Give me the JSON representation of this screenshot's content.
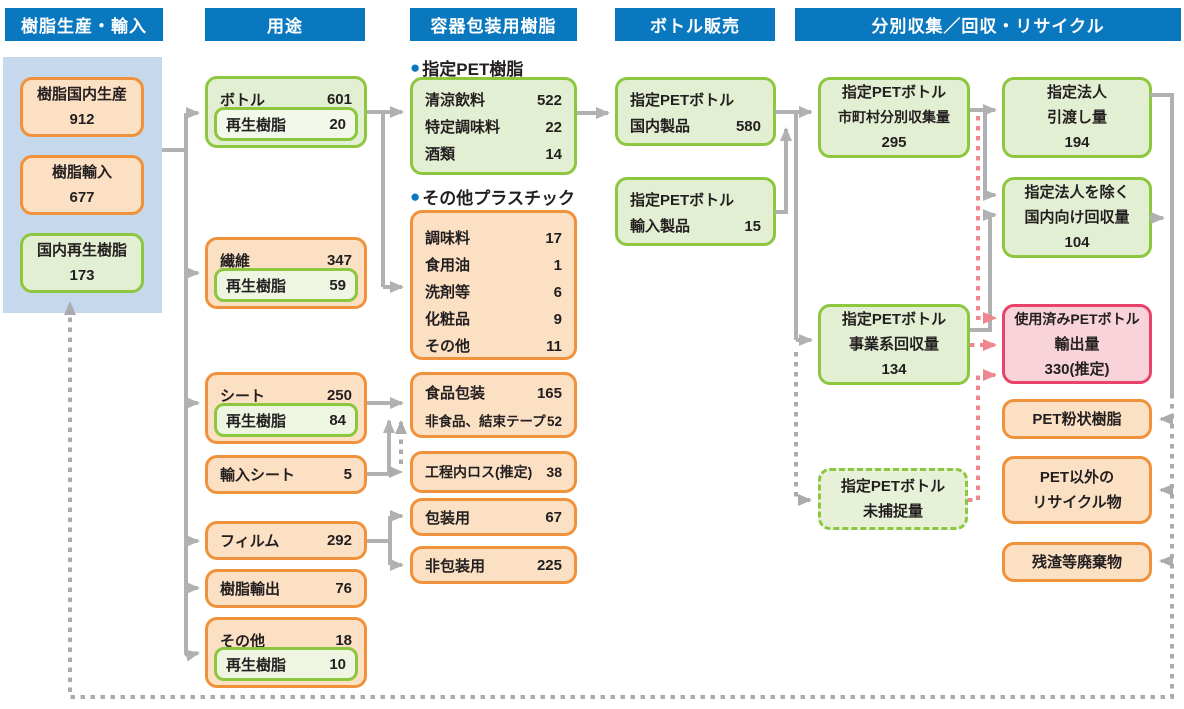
{
  "headers": {
    "production": "樹脂生産・輸入",
    "usage": "用途",
    "container_resin": "容器包装用樹脂",
    "bottle_sales": "ボトル販売",
    "collection_recycle": "分別収集／回収・リサイクル"
  },
  "sections": {
    "bullet": "●",
    "pet_resin": "指定PET樹脂",
    "other_plastic": "その他プラスチック"
  },
  "nodes": {
    "domestic_production": {
      "label": "樹脂国内生産",
      "value": "912"
    },
    "resin_import": {
      "label": "樹脂輸入",
      "value": "677"
    },
    "domestic_recycled_resin": {
      "label": "国内再生樹脂",
      "value": "173"
    },
    "bottle": {
      "label": "ボトル",
      "value": "601"
    },
    "bottle_recycled": {
      "label": "再生樹脂",
      "value": "20"
    },
    "fiber": {
      "label": "繊維",
      "value": "347"
    },
    "fiber_recycled": {
      "label": "再生樹脂",
      "value": "59"
    },
    "sheet": {
      "label": "シート",
      "value": "250"
    },
    "sheet_recycled": {
      "label": "再生樹脂",
      "value": "84"
    },
    "import_sheet": {
      "label": "輸入シート",
      "value": "5"
    },
    "film": {
      "label": "フィルム",
      "value": "292"
    },
    "resin_export": {
      "label": "樹脂輸出",
      "value": "76"
    },
    "others": {
      "label": "その他",
      "value": "18"
    },
    "others_recycled": {
      "label": "再生樹脂",
      "value": "10"
    },
    "soft_drink": {
      "label": "清涼飲料",
      "value": "522"
    },
    "specified_seasoning": {
      "label": "特定調味料",
      "value": "22"
    },
    "alcohol": {
      "label": "酒類",
      "value": "14"
    },
    "seasoning": {
      "label": "調味料",
      "value": "17"
    },
    "cooking_oil": {
      "label": "食用油",
      "value": "1"
    },
    "detergent": {
      "label": "洗剤等",
      "value": "6"
    },
    "cosmetics": {
      "label": "化粧品",
      "value": "9"
    },
    "other_plastic_misc": {
      "label": "その他",
      "value": "11"
    },
    "food_packaging": {
      "label": "食品包装",
      "value": "165"
    },
    "nonfood_tape": {
      "label": "非食品、結束テープ",
      "value": "52"
    },
    "process_loss": {
      "label": "工程内ロス(推定)",
      "value": "38"
    },
    "packaging_use": {
      "label": "包装用",
      "value": "67"
    },
    "non_packaging_use": {
      "label": "非包装用",
      "value": "225"
    },
    "domestic_bottle": {
      "line1": "指定PETボトル",
      "line2": "国内製品",
      "value": "580"
    },
    "import_bottle": {
      "line1": "指定PETボトル",
      "line2": "輸入製品",
      "value": "15"
    },
    "municipal_collection": {
      "line1": "指定PETボトル",
      "line2": "市町村分別収集量",
      "value": "295"
    },
    "designated_handover": {
      "line1": "指定法人",
      "line2": "引渡し量",
      "value": "194"
    },
    "non_designated_recovery": {
      "line1": "指定法人を除く",
      "line2": "国内向け回収量",
      "value": "104"
    },
    "business_recovery": {
      "line1": "指定PETボトル",
      "line2": "事業系回収量",
      "value": "134"
    },
    "used_bottle_export": {
      "line1": "使用済みPETボトル",
      "line2": "輸出量",
      "value": "330(推定)"
    },
    "uncaptured": {
      "line1": "指定PETボトル",
      "line2": "未捕捉量"
    },
    "pet_powder": {
      "label": "PET粉状樹脂"
    },
    "non_pet_recyclables": {
      "line1": "PET以外の",
      "line2": "リサイクル物"
    },
    "residue_waste": {
      "label": "残渣等廃棄物"
    }
  },
  "colors": {
    "header_blue": "#0a78be",
    "panel_blue": "#c6d8ec",
    "green_border": "#8dc63f",
    "green_fill": "#e3efd2",
    "orange_border": "#f0913b",
    "orange_fill": "#fbe0c3",
    "pink_border": "#e84368",
    "pink_fill": "#f8d3d9",
    "gray_line": "#b1b1b4",
    "gray_dash_line": "#ababae",
    "pink_dash_line": "#f0868f",
    "text": "#231f20"
  }
}
